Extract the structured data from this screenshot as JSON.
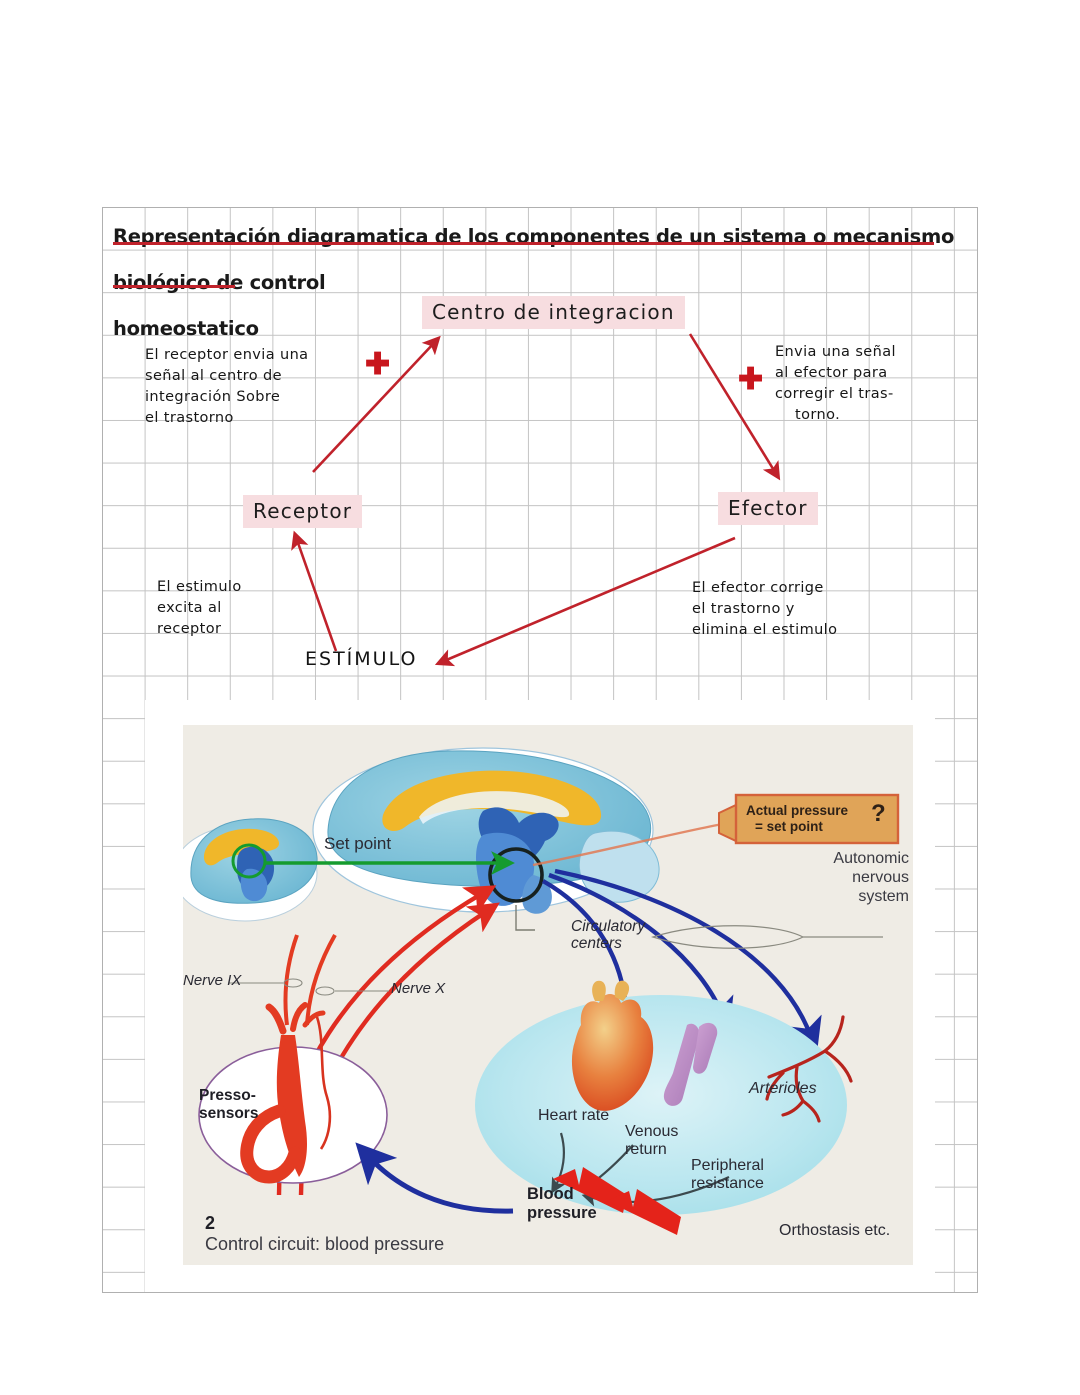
{
  "page": {
    "title_line1": "Representación diagramatica de los componentes de un sistema o mecanismo biológico de control",
    "title_line2": "homeostatico"
  },
  "diagram": {
    "nodes": [
      {
        "id": "centro",
        "label": "Centro  de  integracion"
      },
      {
        "id": "receptor",
        "label": "Receptor"
      },
      {
        "id": "efector",
        "label": "Efector"
      },
      {
        "id": "estimulo",
        "label": "ESTÍMULO"
      }
    ],
    "annotations": [
      {
        "id": "note-receptor-sends",
        "text": "El receptor envia una\nseñal al centro de\nintegración Sobre\nel trastorno"
      },
      {
        "id": "note-sends-signal",
        "text": "Envia una señal\nal efector para\ncorregir el tras-\n    torno."
      },
      {
        "id": "note-stimulus-excites",
        "text": "El estimulo\nexcita al\nreceptor"
      },
      {
        "id": "note-effector-corrects",
        "text": "El efector corrige\nel trastorno y\nelimina el estimulo"
      }
    ],
    "markers": [
      {
        "id": "plus-left",
        "glyph": "✚"
      },
      {
        "id": "plus-right",
        "glyph": "✚"
      }
    ]
  },
  "figure": {
    "number": "2",
    "caption": "Control circuit: blood pressure",
    "callout": {
      "line1": "Actual pressure",
      "line2": "= set point",
      "question": "?"
    },
    "labels": [
      {
        "id": "set-point",
        "text": "Set point"
      },
      {
        "id": "autonomic-nervous-system",
        "text": "Autonomic\nnervous\nsystem"
      },
      {
        "id": "circulatory-centers",
        "text": "Circulatory\ncenters"
      },
      {
        "id": "nerve-ix",
        "text": "Nerve IX"
      },
      {
        "id": "nerve-x",
        "text": "Nerve X"
      },
      {
        "id": "presso-sensors",
        "text": "Presso-\nsensors"
      },
      {
        "id": "heart-rate",
        "text": "Heart rate"
      },
      {
        "id": "venous-return",
        "text": "Venous\nreturn"
      },
      {
        "id": "arterioles",
        "text": "Arterioles"
      },
      {
        "id": "peripheral-resistance",
        "text": "Peripheral\nresistance"
      },
      {
        "id": "blood-pressure",
        "text": "Blood\npressure"
      },
      {
        "id": "orthostasis",
        "text": "Orthostasis etc."
      }
    ]
  },
  "colors": {
    "ink_red": "#c0222b",
    "highlight_pink": "#f7dde0",
    "ink_black": "#1a1a1a",
    "fig_background": "#efece5",
    "callout_orange": "#e0a458",
    "callout_border": "#d4623a",
    "afferent_red": "#e02b20",
    "efferent_blue": "#1f2f9e",
    "setpoint_green": "#159b2e"
  }
}
